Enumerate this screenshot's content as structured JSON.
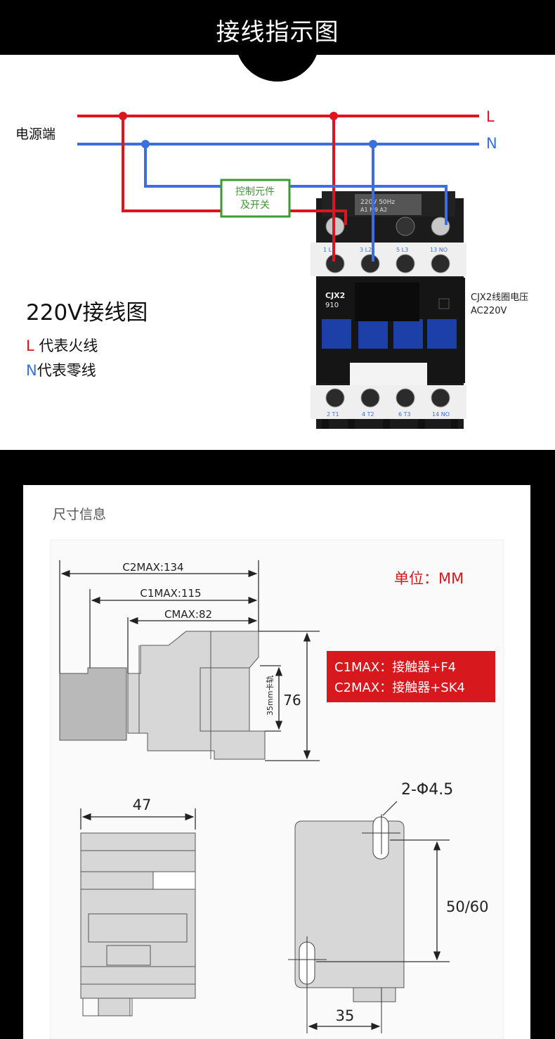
{
  "header": {
    "title": "接线指示图"
  },
  "wiring": {
    "power_label": "电源端",
    "line_l": "L",
    "line_n": "N",
    "control_switch": [
      "控制元件",
      "及开关"
    ],
    "contactor_top_label": "220V 50Hz",
    "contactor_top_codes": "A1  M9  A2",
    "contactor_model": [
      "CJX2",
      "910"
    ],
    "terminals_top": [
      "1  L1",
      "3  L2",
      "5  L3",
      "13 NO"
    ],
    "terminals_bottom": [
      "2  T1",
      "4  T2",
      "6  T3",
      "14 NO"
    ],
    "coil_note": [
      "CJX2线圈电压",
      "AC220V"
    ],
    "title": "220V接线图",
    "legend_l": {
      "marker": "L",
      "text": " 代表火线"
    },
    "legend_n": {
      "marker": "N",
      "text": "代表零线"
    }
  },
  "dimensions": {
    "section_title": "尺寸信息",
    "unit_label": "单位：MM",
    "notes": [
      "C1MAX：接触器+F4",
      "C2MAX：接触器+SK4"
    ],
    "c2max": "C2MAX:134",
    "c1max": "C1MAX:115",
    "cmax": "CMAX:82",
    "height": "76",
    "rail": "35mm卡轨",
    "width": "47",
    "hole": "2-Φ4.5",
    "hole_spacing": "50/60",
    "hole_offset": "35"
  },
  "colors": {
    "live": "#e0141c",
    "neutral": "#3a6fe0",
    "switch_border": "#3c9a32",
    "switch_text": "#3c9a32",
    "note_box": "#d7181d",
    "unit_text": "#d7181d",
    "shape_fill": "#d7d7d7"
  }
}
